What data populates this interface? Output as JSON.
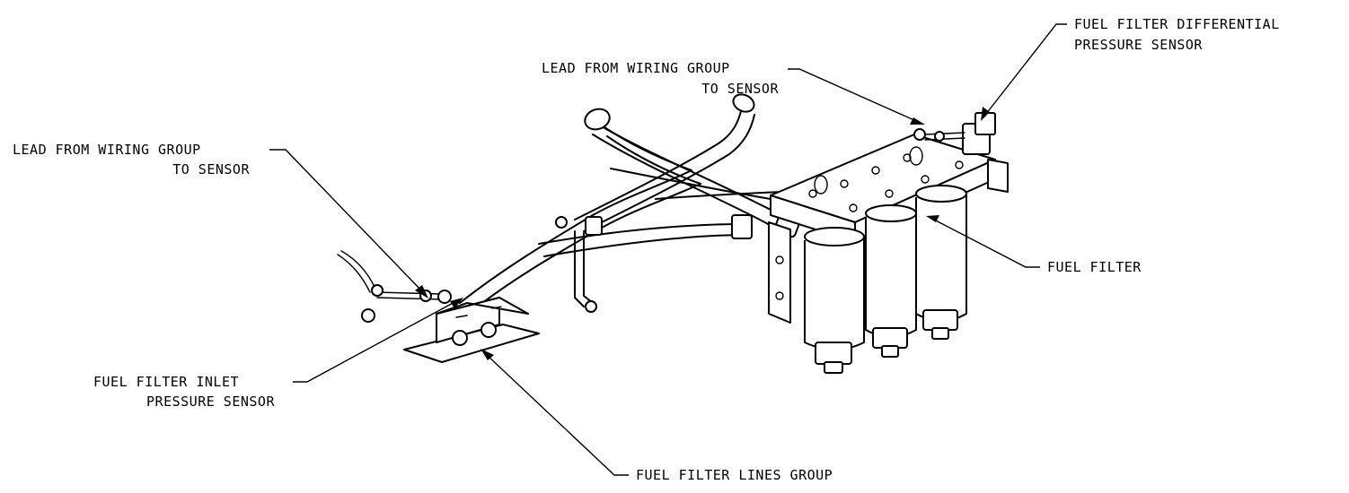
{
  "labels": {
    "lead_left_line1": "LEAD FROM WIRING GROUP",
    "lead_left_line2": "TO SENSOR",
    "lead_top_line1": "LEAD FROM WIRING GROUP",
    "lead_top_line2": "TO SENSOR",
    "diff_sensor_line1": "FUEL FILTER DIFFERENTIAL",
    "diff_sensor_line2": "PRESSURE SENSOR",
    "fuel_filter": "FUEL FILTER",
    "inlet_sensor_line1": "FUEL FILTER INLET",
    "inlet_sensor_line2": "PRESSURE SENSOR",
    "lines_group": "FUEL FILTER LINES GROUP"
  }
}
